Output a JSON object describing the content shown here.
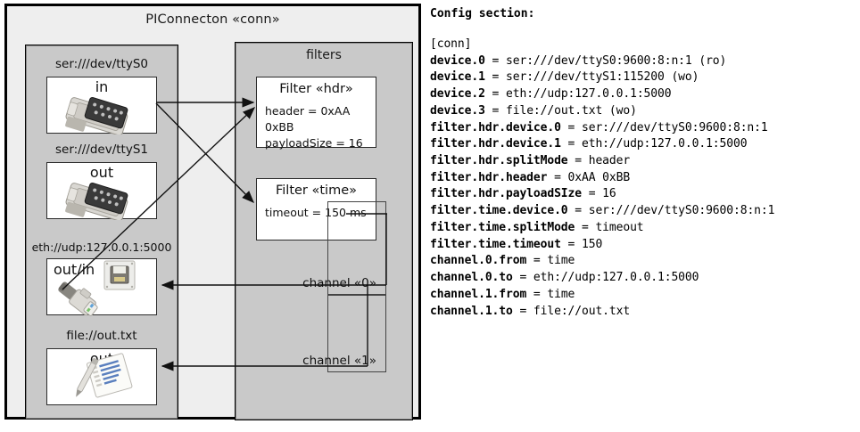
{
  "diagram": {
    "title": "PIConnecton «conn»",
    "devices_panel": {
      "entries": [
        {
          "label": "ser:///dev/ttyS0",
          "io": "in",
          "icon": "serial-port-icon"
        },
        {
          "label": "ser:///dev/ttyS1",
          "io": "out",
          "icon": "serial-port-icon"
        },
        {
          "label": "eth://udp:127.0.0.1:5000",
          "io": "out/in",
          "icon": "ethernet-plug-icon"
        },
        {
          "label": "file://out.txt",
          "io": "out",
          "icon": "text-file-icon"
        }
      ]
    },
    "filters_panel": {
      "title": "filters",
      "filters": [
        {
          "title": "Filter «hdr»",
          "props": [
            "header = 0xAA 0xBB",
            "payloadSize = 16"
          ]
        },
        {
          "title": "Filter «time»",
          "props": [
            "timeout = 150 ms"
          ]
        }
      ],
      "channels": [
        {
          "label": "channel «0»"
        },
        {
          "label": "channel «1»"
        }
      ]
    }
  },
  "config": {
    "heading": "Config section:",
    "lines": [
      "[conn]",
      "device.0 = ser:///dev/ttyS0:9600:8:n:1 (ro)",
      "device.1 = ser:///dev/ttyS1:115200 (wo)",
      "device.2 = eth://udp:127.0.0.1:5000",
      "device.3 = file://out.txt (wo)",
      "filter.hdr.device.0 = ser:///dev/ttyS0:9600:8:n:1",
      "filter.hdr.device.1 = eth://udp:127.0.0.1:5000",
      "filter.hdr.splitMode = header",
      "filter.hdr.header = 0xAA 0xBB",
      "filter.hdr.payloadSIze = 16",
      "filter.time.device.0 = ser:///dev/ttyS0:9600:8:n:1",
      "filter.time.splitMode = timeout",
      "filter.time.timeout = 150",
      "channel.0.from = time",
      "channel.0.to = eth://udp:127.0.0.1:5000",
      "channel.1.from = time",
      "channel.1.to = file://out.txt"
    ]
  },
  "colors": {
    "page_background": "#ffffff",
    "frame_background": "#eeeeee",
    "panel_background": "#c9c9c9",
    "box_background": "#ffffff",
    "stroke": "#000000"
  }
}
